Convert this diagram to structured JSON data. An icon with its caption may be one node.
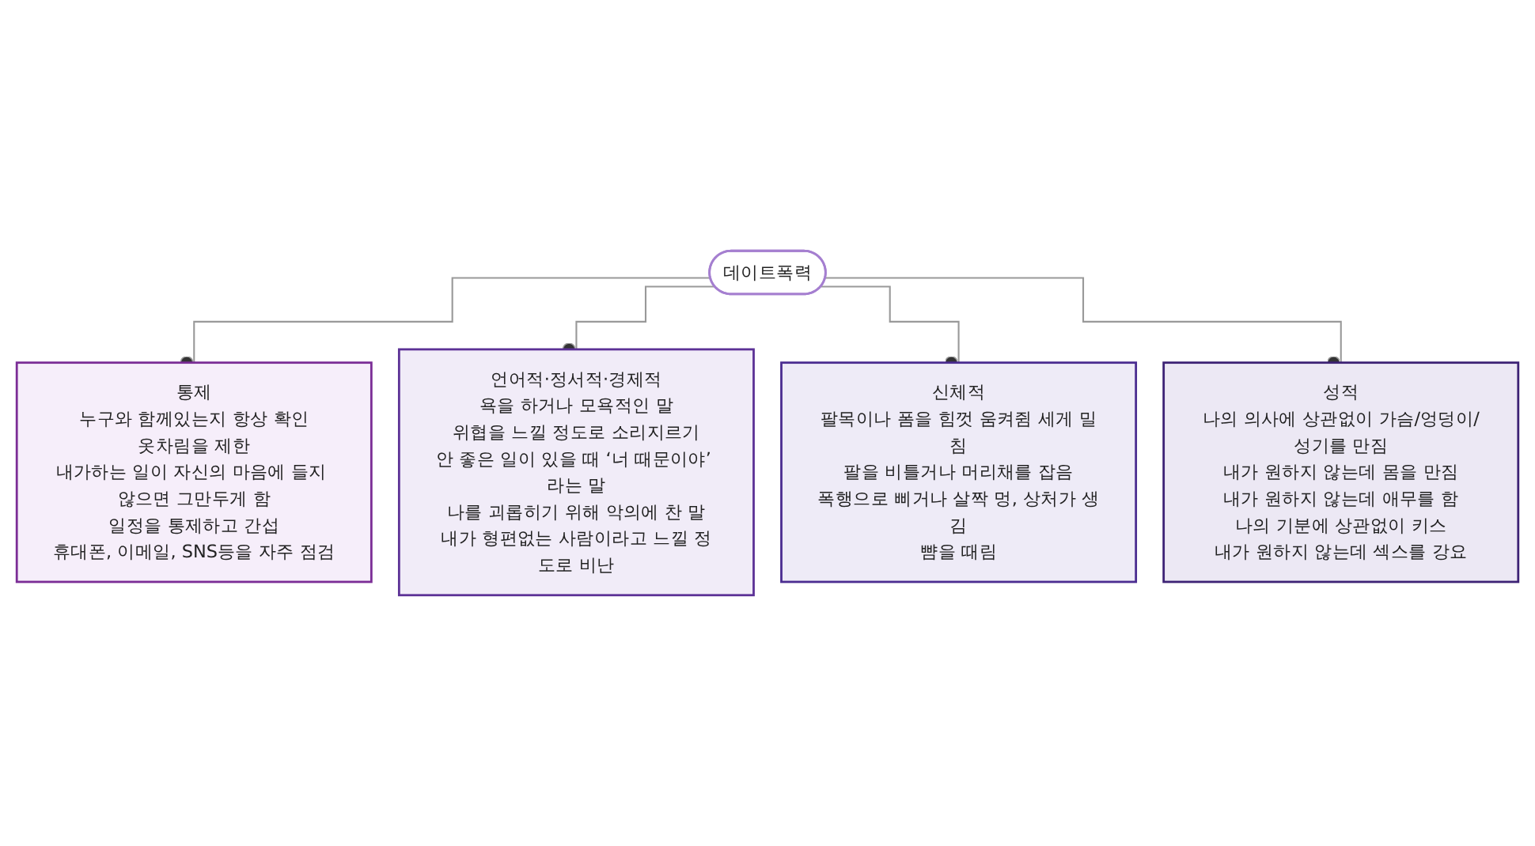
{
  "diagram": {
    "nodes": [
      {
        "text": [
          "데이트폭력"
        ]
      },
      {
        "text": [
          "통제",
          "누구와 함께있는지 항상 확인",
          "옷차림을 제한",
          "내가하는 일이 자신의 마음에 들지 않으면 그만두게 함",
          "일정을 통제하고 간섭",
          "휴대폰, 이메일, SNS등을 자주 점검"
        ]
      },
      {
        "text": [
          "언어적·정서적·경제적",
          "욕을 하거나 모욕적인 말",
          "위협을 느낄 정도로 소리지르기",
          "안 좋은 일이 있을 때 ‘너 때문이야’ 라는 말",
          "나를 괴롭히기 위해 악의에 찬 말",
          "내가 형편없는 사람이라고 느낄 정도로 비난"
        ]
      },
      {
        "text": [
          "신체적",
          "팔목이나 폼을 힘껏 움켜쥠 세게 밀침",
          "팔을 비틀거나 머리채를 잡음",
          "폭행으로 삐거나 살짝 멍, 상처가 생김",
          "뺨을 때림"
        ]
      },
      {
        "text": [
          "성적",
          "나의 의사에 상관없이 가슴/엉덩이/성기를 만짐",
          "내가 원하지 않는데 몸을 만짐",
          "내가 원하지 않는데 애무를 함",
          "나의 기분에 상관없이 키스",
          "내가 원하지 않는데 섹스를 강요"
        ]
      }
    ],
    "edges": [
      {
        "from": 0,
        "to": 1,
        "arrow": "other"
      },
      {
        "from": 0,
        "to": 2,
        "arrow": "other"
      },
      {
        "from": 0,
        "to": 3,
        "arrow": "other"
      },
      {
        "from": 0,
        "to": 4,
        "arrow": "other"
      }
    ]
  }
}
